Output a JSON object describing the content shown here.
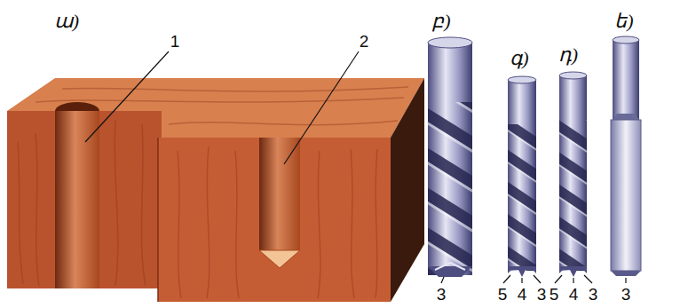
{
  "diagram": {
    "labels": [
      "ա)",
      "1",
      "2",
      "բ)",
      "3",
      "գ)",
      "5",
      "4",
      "3",
      "դ)",
      "5",
      "4",
      "3",
      "ե)",
      "3"
    ]
  }
}
